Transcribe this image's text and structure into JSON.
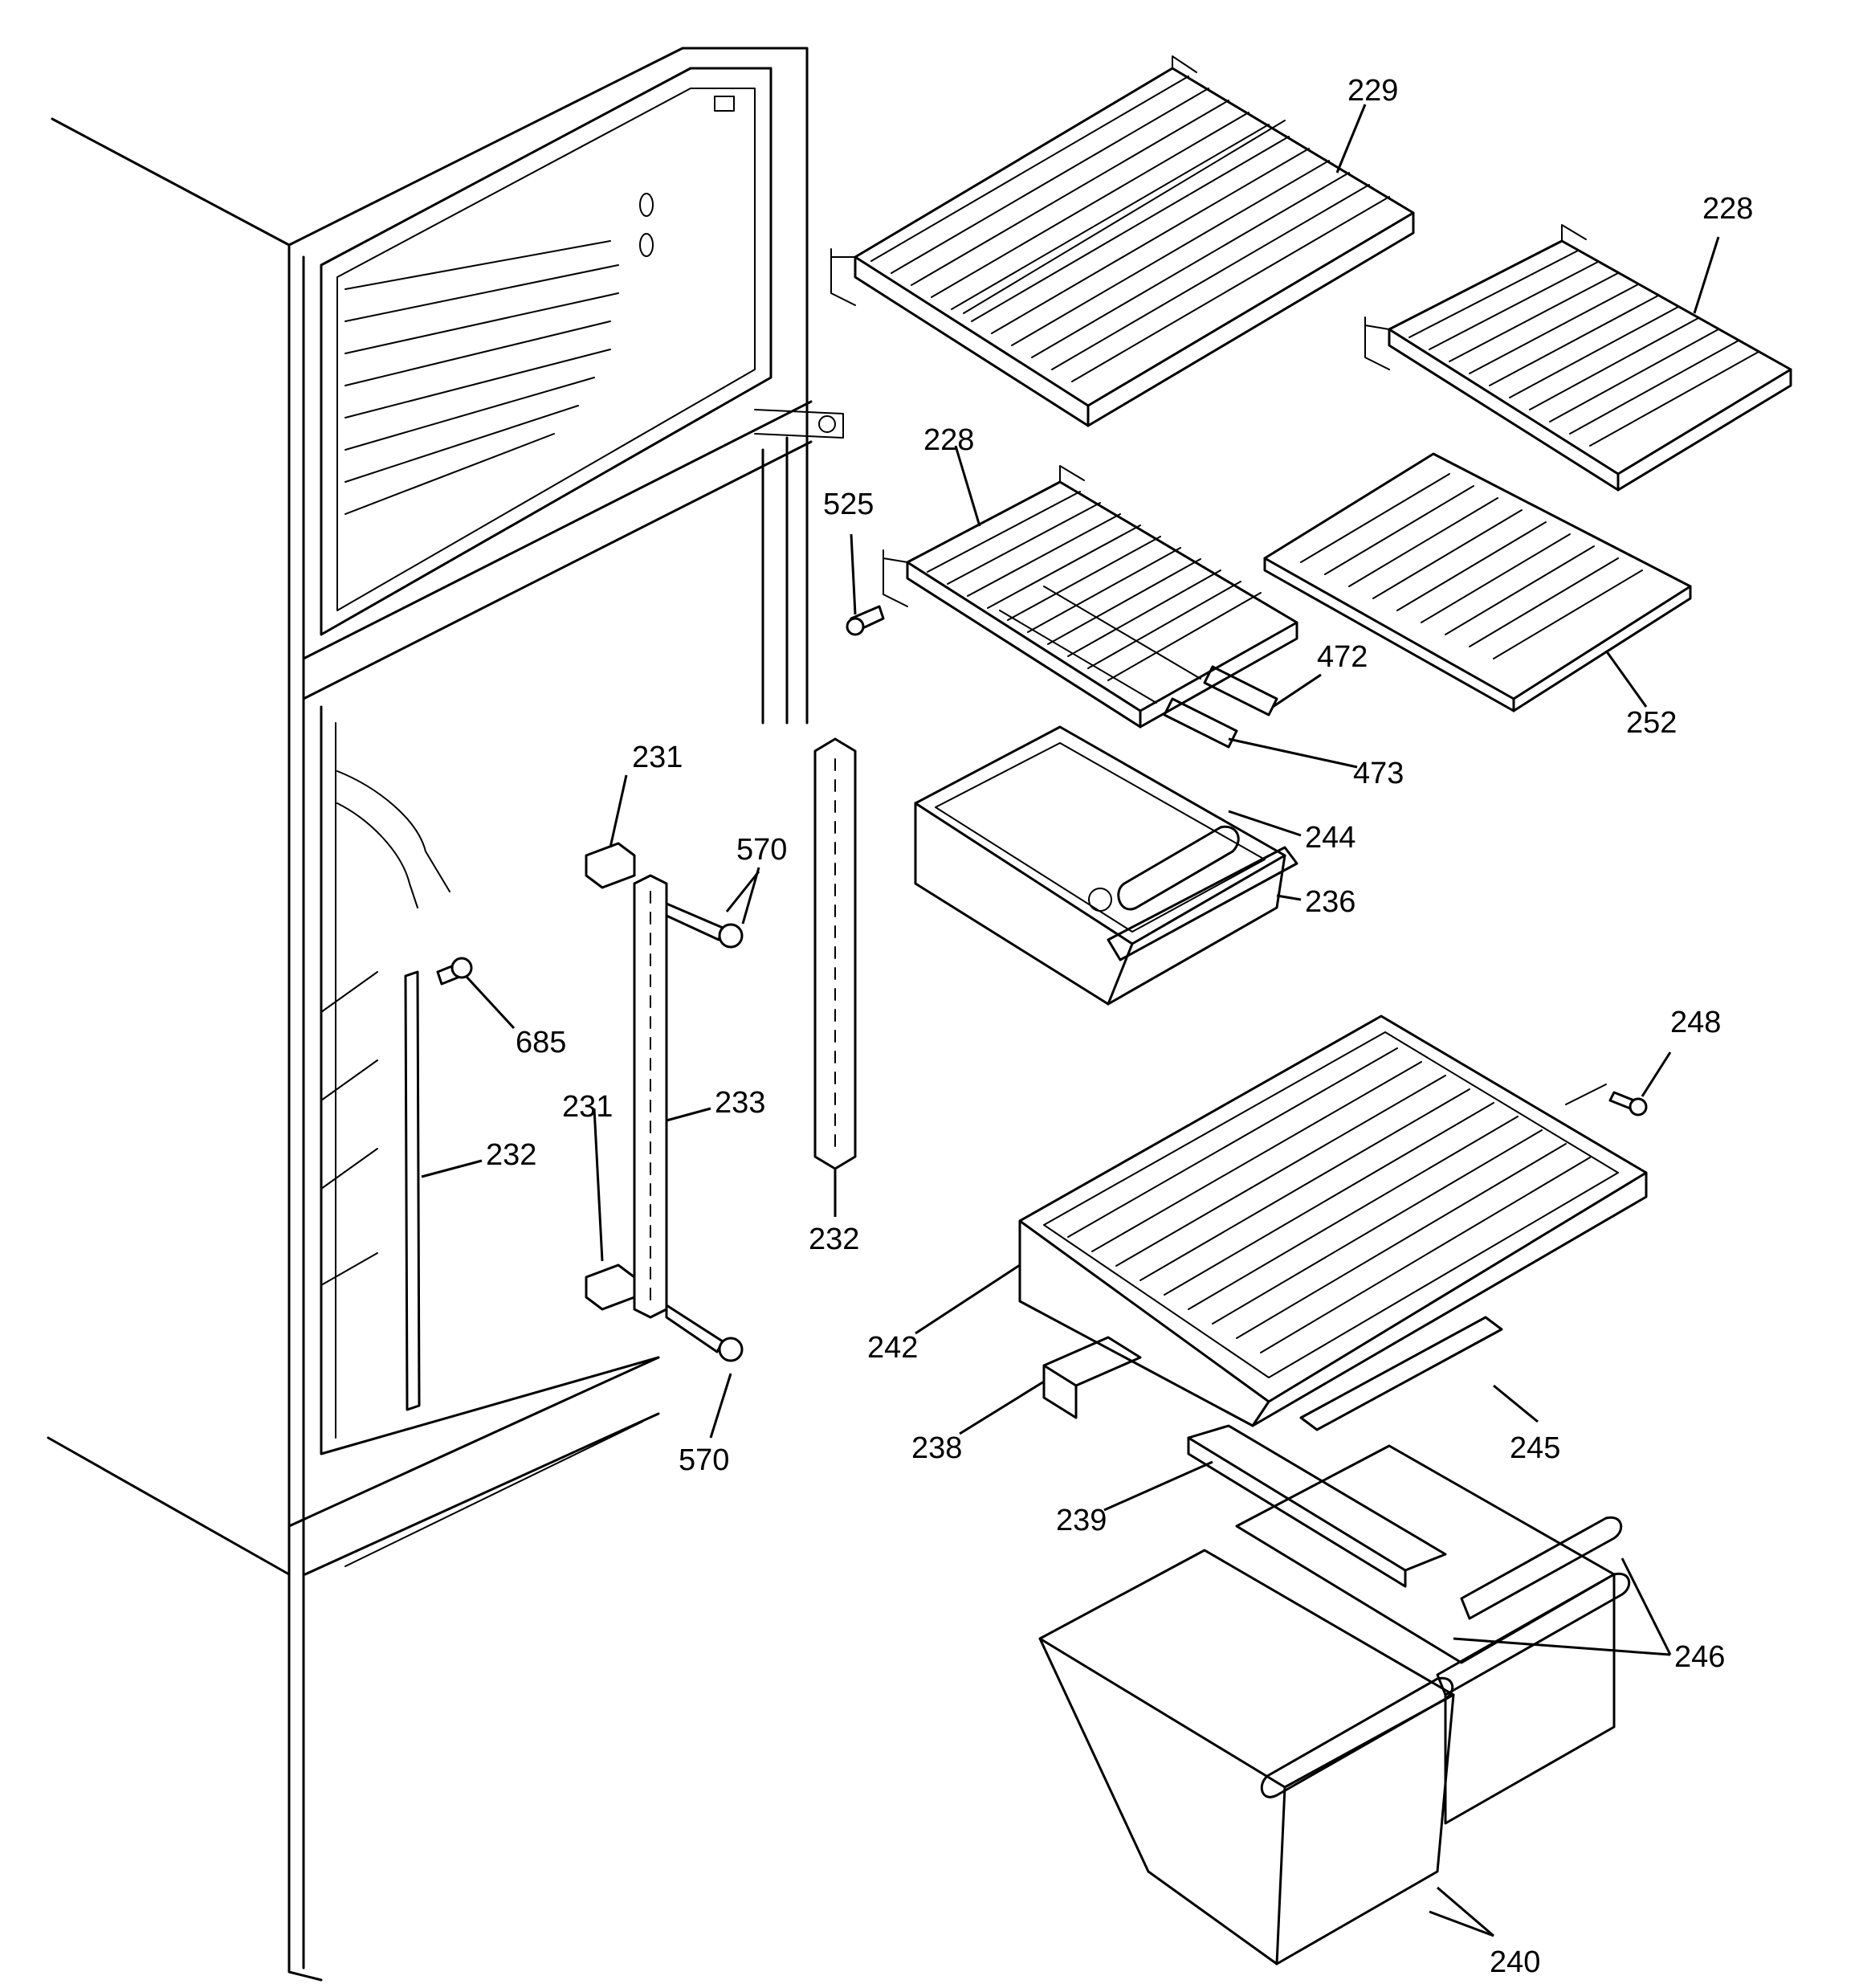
{
  "callouts": {
    "p229": "229",
    "p228a": "228",
    "p228b": "228",
    "p525": "525",
    "p472": "472",
    "p473": "473",
    "p252": "252",
    "p231a": "231",
    "p231b": "231",
    "p570a": "570",
    "p570b": "570",
    "p244": "244",
    "p236": "236",
    "p685": "685",
    "p233": "233",
    "p232a": "232",
    "p232b": "232",
    "p248": "248",
    "p242": "242",
    "p238": "238",
    "p245": "245",
    "p239": "239",
    "p246": "246",
    "p240": "240"
  }
}
